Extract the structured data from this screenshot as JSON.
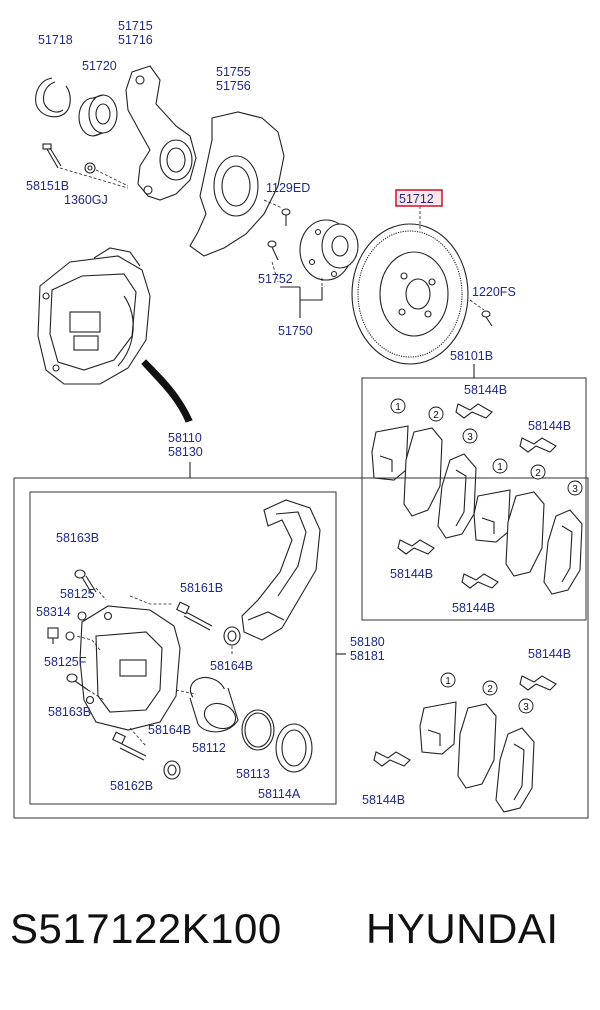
{
  "labels": {
    "l51718": "51718",
    "l51715": "51715",
    "l51716": "51716",
    "l51720": "51720",
    "l51755": "51755",
    "l51756": "51756",
    "l58151B": "58151B",
    "l1360GJ": "1360GJ",
    "l1129ED": "1129ED",
    "l51712": "51712",
    "l51752": "51752",
    "l51750": "51750",
    "l1220FS": "1220FS",
    "l58101B": "58101B",
    "l58110": "58110",
    "l58130": "58130",
    "l58163B_top": "58163B",
    "l58125": "58125",
    "l58314": "58314",
    "l58125F": "58125F",
    "l58161B": "58161B",
    "l58164B_top": "58164B",
    "l58163B_bot": "58163B",
    "l58164B_bot": "58164B",
    "l58112": "58112",
    "l58113": "58113",
    "l58114A": "58114A",
    "l58162B": "58162B",
    "l58180": "58180",
    "l58181": "58181",
    "l58144B_a": "58144B",
    "l58144B_b": "58144B",
    "l58144B_c": "58144B",
    "l58144B_d": "58144B",
    "l58144B_e": "58144B",
    "l58144B_f": "58144B"
  },
  "callouts": {
    "n1a": "1",
    "n2a": "2",
    "n3a": "3",
    "n1b": "1",
    "n2b": "2",
    "n3b": "3",
    "n1c": "1",
    "n2c": "2",
    "n3c": "3"
  },
  "highlight_color": "#d0112b",
  "label_color": "#1f2a8a",
  "footer": {
    "part_code": "S517122K100",
    "brand": "HYUNDAI"
  }
}
